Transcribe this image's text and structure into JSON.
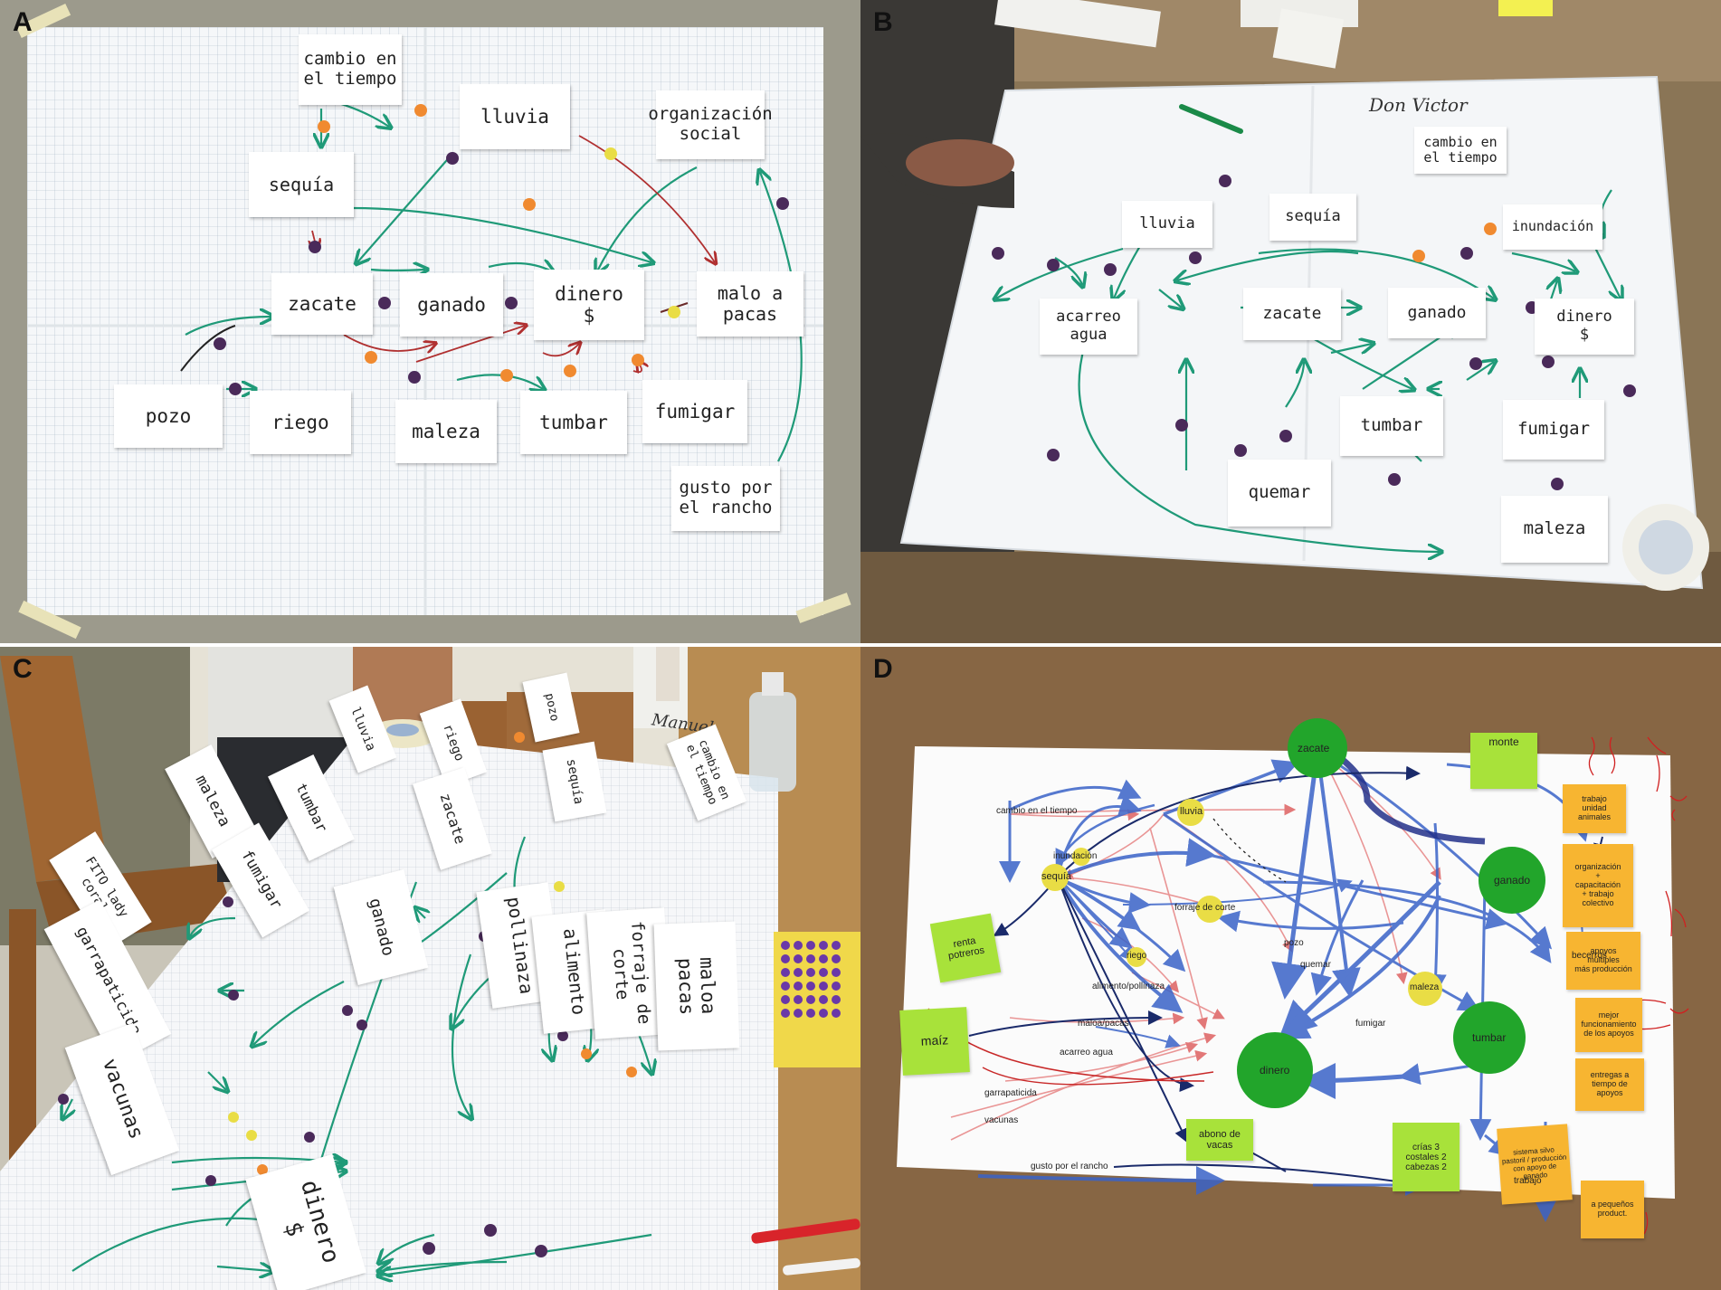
{
  "panels": {
    "a": {
      "label": "A",
      "cards": {
        "cambio": "cambio en\nel tiempo",
        "lluvia": "lluvia",
        "organizacion": "organización\nsocial",
        "sequia": "sequía",
        "zacate": "zacate",
        "ganado": "ganado",
        "dinero": "dinero\n$",
        "maloa": "malo a\npacas",
        "pozo": "pozo",
        "riego": "riego",
        "maleza": "maleza",
        "tumbar": "tumbar",
        "fumigar": "fumigar",
        "gusto": "gusto por\nel rancho"
      }
    },
    "b": {
      "label": "B",
      "signature": "Don Victor",
      "cards": {
        "cambio": "cambio en\nel tiempo",
        "lluvia": "lluvia",
        "sequia": "sequía",
        "inundacion": "inundación",
        "acarreo": "acarreo\nagua",
        "zacate": "zacate",
        "ganado": "ganado",
        "dinero": "dinero\n$",
        "tumbar": "tumbar",
        "fumigar": "fumigar",
        "quemar": "quemar",
        "maleza": "maleza"
      }
    },
    "c": {
      "label": "C",
      "signature": "Manuel",
      "cards": {
        "pozo": "pozo",
        "lluvia": "lluvia",
        "riego": "riego",
        "cambio": "cambio en\nel tiempo",
        "sequia": "sequía",
        "maleza": "maleza",
        "tumbar": "tumbar",
        "zacate": "zacate",
        "fumigar": "fumigar",
        "fito": "FITO lady\ncoral",
        "ganado": "ganado",
        "garrapaticida": "garrapaticida",
        "vacunas": "vacunas",
        "pollinaza": "pollinaza",
        "alimento": "alimento",
        "corte": "forraje de\ncorte",
        "maloa": "maloa\npacas",
        "dinero": "dinero\n$"
      }
    },
    "d": {
      "label": "D",
      "nodes": {
        "zacate": "zacate",
        "ganado": "ganado",
        "dinero": "dinero",
        "tumbar": "tumbar",
        "lluvia": "lluvia",
        "sequia": "sequía",
        "inundacion": "inundación",
        "forraje": "forraje de corte",
        "riego": "riego",
        "maleza": "maleza"
      },
      "labels": {
        "cambio": "cambio en el tiempo",
        "pozo": "pozo",
        "quemar": "quemar",
        "becerros": "becerros",
        "alimento": "alimento/pollinaza",
        "maloa": "maloa/pacas",
        "acarreo": "acarreo agua",
        "garrapaticida": "garrapaticida",
        "vacunas": "vacunas",
        "gusto": "gusto por el rancho",
        "fumigar": "fumigar",
        "trabajo": "trabajo"
      },
      "notes": {
        "monte": "monte",
        "renta": "renta\npotreros",
        "maiz": "maíz",
        "abono": "abono de\nvacas",
        "crias": "crías 3\ncostales 2\ncabezas 2"
      },
      "orange_notes": {
        "n1": "trabajo\nunidad\nanimales",
        "n2": "organización\n+\ncapacitación\n+ trabajo\ncolectivo",
        "n3": "apoyos\nmúltiples\nmás producción",
        "n4": "mejor\nfuncionamiento\nde los apoyos",
        "n5": "entregas a\ntiempo de\napoyos",
        "n6": "sistema silvo\npastoril / producción\ncon apoyo de\nganado",
        "n7": "a pequeños\nproduct."
      }
    }
  },
  "colors": {
    "arrow_green": "#1f9a78",
    "dot_purple": "#4a2a5a",
    "dot_orange": "#f08a30",
    "arrow_red": "#b03030",
    "node_green": "#22a52b",
    "node_yellow": "#e9dd45",
    "note_lime": "#a8e23a",
    "note_orange": "#f7b531",
    "edge_blue": "#3a63c8",
    "edge_pink": "#e88a8a"
  }
}
